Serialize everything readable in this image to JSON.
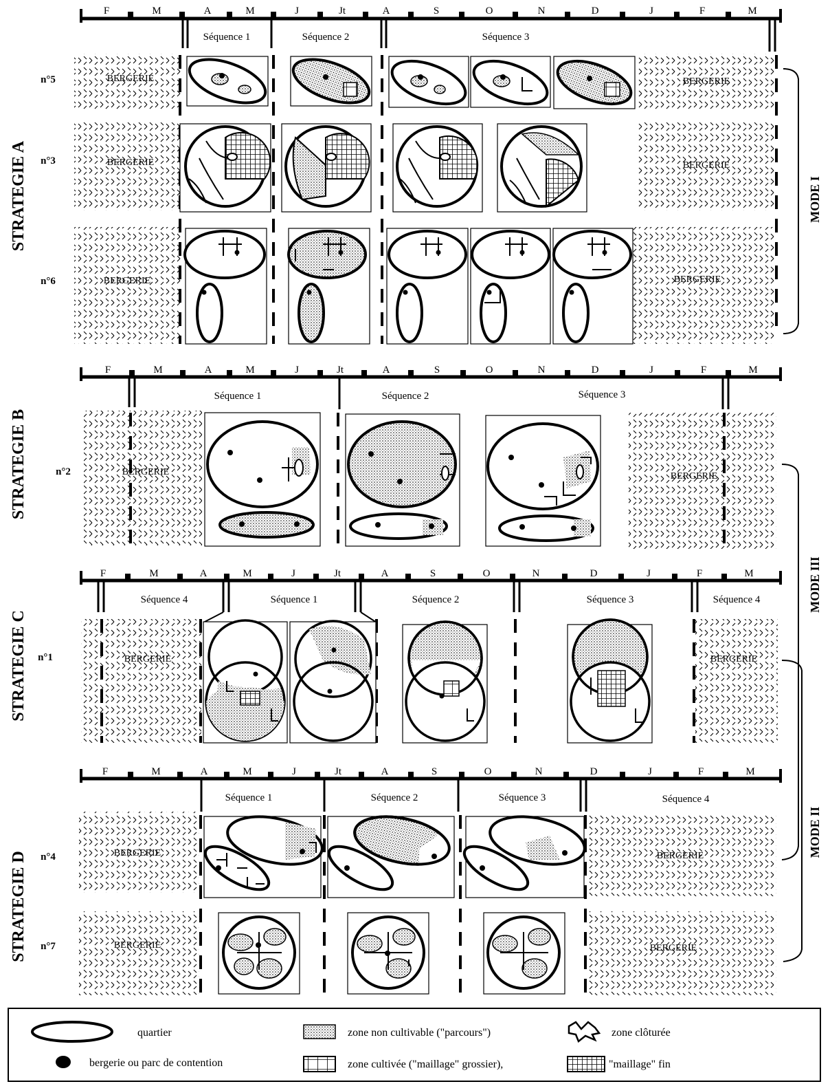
{
  "months_a": [
    "F",
    "M",
    "A",
    "M",
    "J",
    "Jt",
    "A",
    "S",
    "O",
    "N",
    "D",
    "J",
    "F",
    "M"
  ],
  "months_b": [
    "F",
    "M",
    "A",
    "M",
    "J",
    "Jt",
    "A",
    "S",
    "O",
    "N",
    "D",
    "J",
    "F",
    "M"
  ],
  "months_c": [
    "F",
    "M",
    "A",
    "M",
    "J",
    "Jt",
    "A",
    "S",
    "O",
    "N",
    "D",
    "J",
    "F",
    "M"
  ],
  "months_d": [
    "F",
    "M",
    "A",
    "M",
    "J",
    "Jt",
    "A",
    "S",
    "O",
    "N",
    "D",
    "J",
    "F",
    "M"
  ],
  "sequences": {
    "s1": "Séquence 1",
    "s2": "Séquence 2",
    "s3": "Séquence 3",
    "s4": "Séquence 4"
  },
  "strategies": {
    "a": "STRATEGIE A",
    "b": "STRATEGIE B",
    "c": "STRATEGIE C",
    "d": "STRATEGIE D"
  },
  "rows": {
    "n5": "n°5",
    "n3": "n°3",
    "n6": "n°6",
    "n2": "n°2",
    "n1": "n°1",
    "n4": "n°4",
    "n7": "n°7"
  },
  "bergerie": "BERGERIE",
  "modes": {
    "m1": "MODE I",
    "m3": "MODE III",
    "m2": "MODE II"
  },
  "legend": {
    "quartier": "quartier",
    "bergerie": "bergerie ou parc de contention",
    "parcours": "zone non cultivable (\"parcours\")",
    "cultivee": "zone cultivée (\"maillage\" grossier),",
    "fin": "\"maillage\" fin",
    "cloturee": "zone clôturée"
  }
}
